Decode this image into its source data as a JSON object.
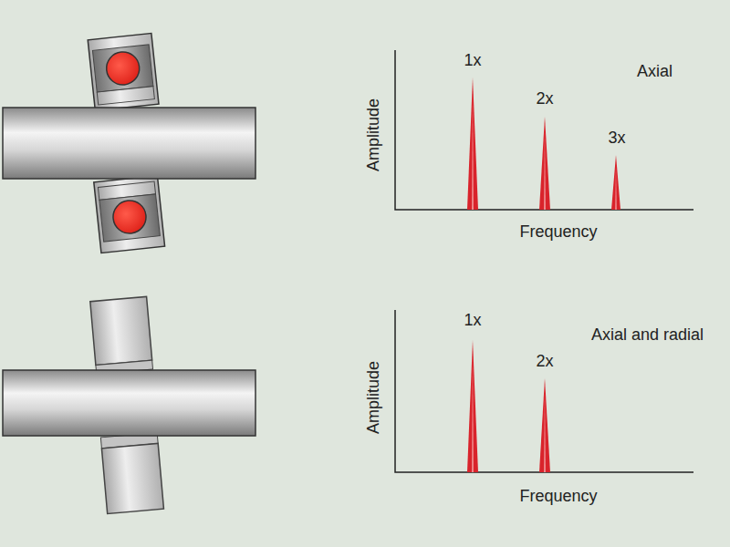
{
  "diagram": {
    "labels": [
      "1x",
      "2x",
      "3x",
      "Axial",
      "Amplitude",
      "Frequency",
      "1x",
      "2x",
      "Axial and radial",
      "Amplitude",
      "Frequency"
    ]
  }
}
